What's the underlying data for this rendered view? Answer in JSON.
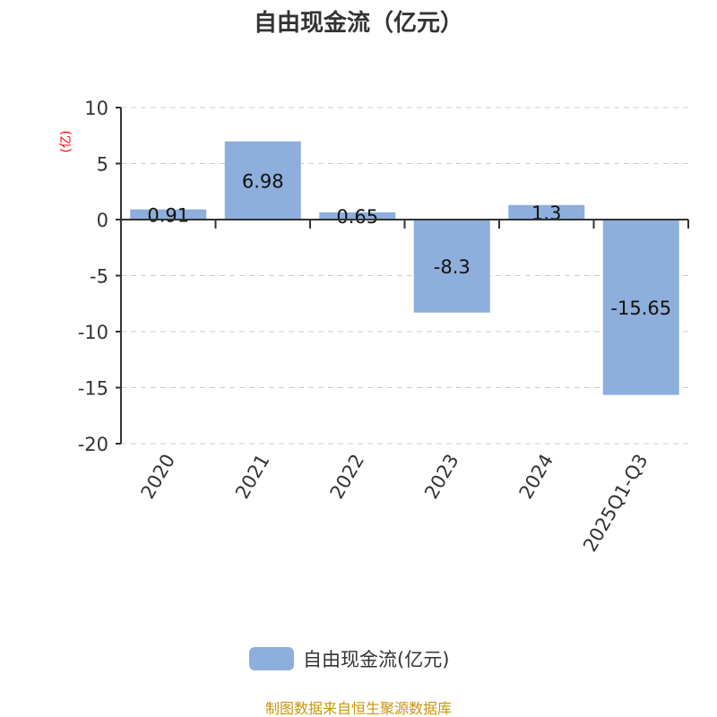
{
  "chart_data": {
    "type": "bar",
    "title": "自由现金流（亿元）",
    "ylabel": "(亿)",
    "xlabel": "",
    "categories": [
      "2020",
      "2021",
      "2022",
      "2023",
      "2024",
      "2025Q1-Q3"
    ],
    "series": [
      {
        "name": "自由现金流(亿元)",
        "values": [
          0.91,
          6.98,
          0.65,
          -8.3,
          1.3,
          -15.65
        ],
        "color": "#8eaedb"
      }
    ],
    "ylim": [
      -20,
      10
    ],
    "yticks": [
      10,
      5,
      0,
      -5,
      -10,
      -15,
      -20
    ],
    "grid": true,
    "legend": "bottom-center"
  },
  "footer": "制图数据来自恒生聚源数据库",
  "colors": {
    "ylabel": "#ff0000",
    "footer": "#c8960c",
    "bar": "#8eaedb"
  }
}
